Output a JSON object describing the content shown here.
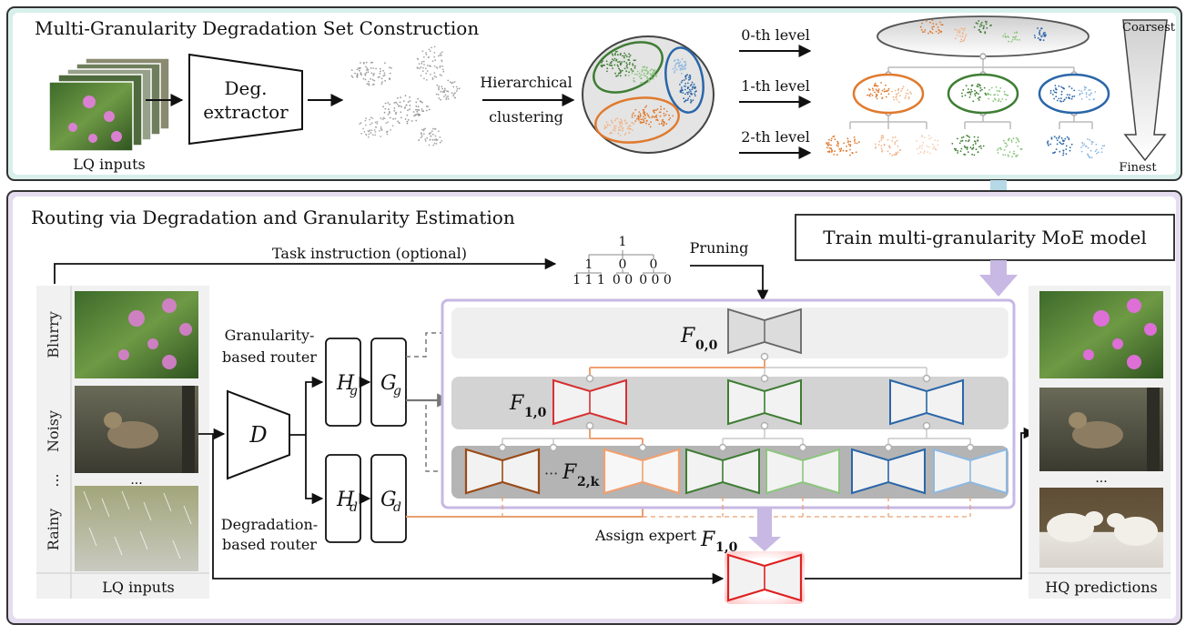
{
  "top_panel": {
    "title": "Multi-Granularity Degradation Set Construction",
    "deg_extractor_line1": "Deg.",
    "deg_extractor_line2": "extractor",
    "lq_inputs": "LQ inputs",
    "hier_line1": "Hierarchical",
    "hier_line2": "clustering",
    "levels": [
      "0-th level",
      "1-th level",
      "2-th level"
    ],
    "coarsest": "Coarsest",
    "finest": "Finest"
  },
  "bottom_panel": {
    "title": "Routing via Degradation and Granularity Estimation",
    "train_label": "Train multi-granularity MoE model",
    "task_instruction": "Task instruction (optional)",
    "pruning": "Pruning",
    "tree_root": "1",
    "tree_mid": [
      "1",
      "0",
      "0"
    ],
    "tree_leaves": [
      "1 1 1",
      "0 0",
      "0 0 0"
    ],
    "side_labels": [
      "Blurry",
      "Noisy",
      "...",
      "Rainy"
    ],
    "left_dots": "...",
    "lq_inputs": "LQ inputs",
    "hq_predictions": "HQ predictions",
    "right_dots": "...",
    "granularity_router_line1": "Granularity-",
    "granularity_router_line2": "based router",
    "degradation_router_line1": "Degradation-",
    "degradation_router_line2": "based router",
    "D_symbol": "D",
    "Hg": "H",
    "Hg_sub": "g",
    "Gg": "G",
    "Gg_sub": "g",
    "Hd": "H",
    "Hd_sub": "d",
    "Gd": "G",
    "Gd_sub": "d",
    "F00": "F",
    "F00_sub": "0,0",
    "F10": "F",
    "F10_sub": "1,0",
    "F2k_prefix": "···",
    "F2k": "F",
    "F2k_sub": "2,k",
    "assign_expert": "Assign expert",
    "assign_F": "F",
    "assign_F_sub": "1,0"
  },
  "colors": {
    "top_bg": "#d8efeb",
    "bottom_bg": "#e6dcef",
    "orange": "#e07a2e",
    "light_orange": "#f0b48a",
    "green": "#3e7d33",
    "light_green": "#8cc57e",
    "blue": "#2a66a8",
    "light_blue": "#8db8e0",
    "red": "#e02020",
    "purple": "#c7b8e4"
  }
}
